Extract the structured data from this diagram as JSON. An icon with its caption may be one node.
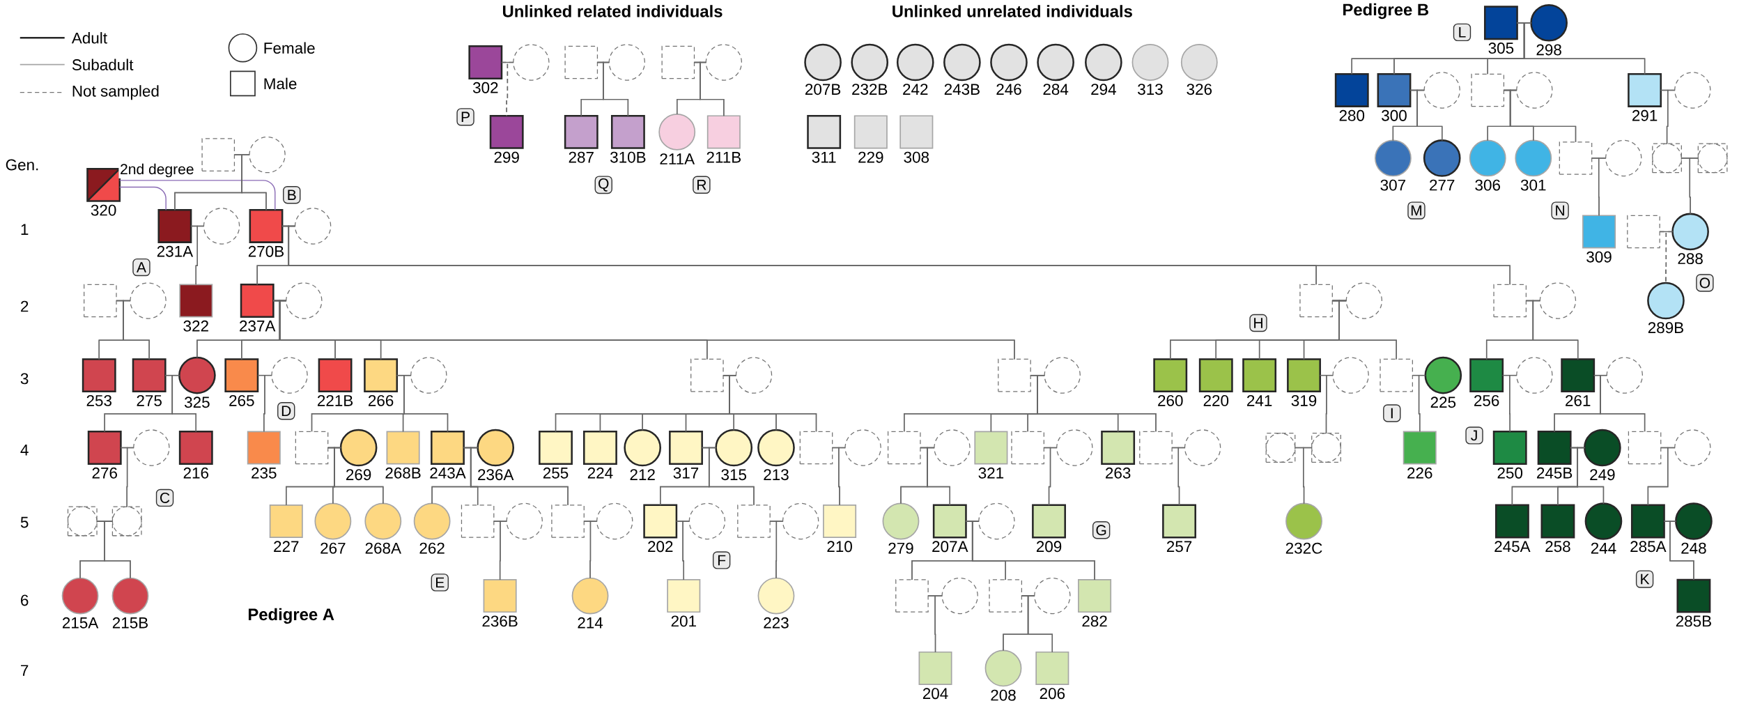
{
  "diagram": {
    "nodes": [
      {
        "text": [],
        "shape": "box"
      },
      {
        "text": [],
        "shape": "circle"
      },
      {
        "text": [],
        "shape": "box",
        "beside": [
          "320"
        ]
      },
      {
        "text": [],
        "shape": "box",
        "beside": [
          "231A"
        ]
      },
      {
        "text": [],
        "shape": "circle"
      },
      {
        "text": [],
        "shape": "box",
        "beside": [
          "270B"
        ]
      },
      {
        "text": [],
        "shape": "circle"
      },
      {
        "text": [],
        "shape": "box"
      },
      {
        "text": [],
        "shape": "circle"
      },
      {
        "text": [],
        "shape": "box",
        "beside": [
          "322"
        ]
      },
      {
        "text": [],
        "shape": "box",
        "beside": [
          "237A"
        ]
      },
      {
        "text": [],
        "shape": "circle"
      },
      {
        "text": [],
        "shape": "box"
      },
      {
        "text": [],
        "shape": "circle"
      },
      {
        "text": [],
        "shape": "box"
      },
      {
        "text": [],
        "shape": "circle"
      },
      {
        "text": [],
        "shape": "box",
        "beside": [
          "253"
        ]
      },
      {
        "text": [],
        "shape": "box",
        "beside": [
          "275"
        ]
      },
      {
        "text": [],
        "shape": "circle",
        "beside": [
          "325"
        ]
      },
      {
        "text": [],
        "shape": "box",
        "beside": [
          "265"
        ]
      },
      {
        "text": [],
        "shape": "circle"
      },
      {
        "text": [],
        "shape": "box",
        "beside": [
          "221B"
        ]
      },
      {
        "text": [],
        "shape": "box",
        "beside": [
          "266"
        ]
      },
      {
        "text": [],
        "shape": "circle"
      },
      {
        "text": [],
        "shape": "box"
      },
      {
        "text": [],
        "shape": "circle"
      },
      {
        "text": [],
        "shape": "box"
      },
      {
        "text": [],
        "shape": "circle"
      },
      {
        "text": [],
        "shape": "box",
        "beside": [
          "260"
        ]
      },
      {
        "text": [],
        "shape": "box",
        "beside": [
          "220"
        ]
      },
      {
        "text": [],
        "shape": "box",
        "beside": [
          "241"
        ]
      },
      {
        "text": [],
        "shape": "box",
        "beside": [
          "319"
        ]
      },
      {
        "text": [],
        "shape": "circle"
      },
      {
        "text": [],
        "shape": "box"
      },
      {
        "text": [],
        "shape": "circle",
        "beside": [
          "225"
        ]
      },
      {
        "text": [],
        "shape": "box",
        "beside": [
          "256"
        ]
      },
      {
        "text": [],
        "shape": "circle"
      },
      {
        "text": [],
        "shape": "box",
        "beside": [
          "261"
        ]
      },
      {
        "text": [],
        "shape": "circle"
      },
      {
        "text": [],
        "shape": "box",
        "beside": [
          "276"
        ]
      },
      {
        "text": [],
        "shape": "circle"
      },
      {
        "text": [],
        "shape": "box",
        "beside": [
          "216"
        ]
      },
      {
        "text": [],
        "shape": "box",
        "beside": [
          "235"
        ]
      },
      {
        "text": [],
        "shape": "box"
      },
      {
        "text": [],
        "shape": "circle",
        "beside": [
          "269"
        ]
      },
      {
        "text": [],
        "shape": "box",
        "beside": [
          "268B"
        ]
      },
      {
        "text": [],
        "shape": "box",
        "beside": [
          "243A"
        ]
      },
      {
        "text": [],
        "shape": "circle",
        "beside": [
          "236A"
        ]
      },
      {
        "text": [],
        "shape": "box",
        "beside": [
          "255"
        ]
      },
      {
        "text": [],
        "shape": "box",
        "beside": [
          "224"
        ]
      },
      {
        "text": [],
        "shape": "circle",
        "beside": [
          "212"
        ]
      },
      {
        "text": [],
        "shape": "box",
        "beside": [
          "317"
        ]
      },
      {
        "text": [],
        "shape": "circle",
        "beside": [
          "315"
        ]
      },
      {
        "text": [],
        "shape": "circle",
        "beside": [
          "213"
        ]
      },
      {
        "text": [],
        "shape": "box"
      },
      {
        "text": [],
        "shape": "circle"
      },
      {
        "text": [],
        "shape": "box"
      },
      {
        "text": [],
        "shape": "circle"
      },
      {
        "text": [],
        "shape": "box",
        "beside": [
          "321"
        ]
      },
      {
        "text": [],
        "shape": "box"
      },
      {
        "text": [],
        "shape": "circle"
      },
      {
        "text": [],
        "shape": "box",
        "beside": [
          "263"
        ]
      },
      {
        "text": [],
        "shape": "box"
      },
      {
        "text": [],
        "shape": "circle"
      },
      {
        "text": [],
        "shape": "box"
      },
      {
        "text": [],
        "shape": "box"
      },
      {
        "text": [],
        "shape": "box",
        "beside": [
          "226"
        ]
      },
      {
        "text": [],
        "shape": "box",
        "beside": [
          "250"
        ]
      },
      {
        "text": [],
        "shape": "box",
        "beside": [
          "245B"
        ]
      },
      {
        "text": [],
        "shape": "circle",
        "beside": [
          "249"
        ]
      },
      {
        "text": [],
        "shape": "box"
      },
      {
        "text": [],
        "shape": "circle"
      },
      {
        "text": [],
        "shape": "box"
      },
      {
        "text": [],
        "shape": "box"
      },
      {
        "text": [],
        "shape": "box",
        "beside": [
          "227"
        ]
      },
      {
        "text": [],
        "shape": "circle",
        "beside": [
          "267"
        ]
      },
      {
        "text": [],
        "shape": "circle",
        "beside": [
          "268A"
        ]
      },
      {
        "text": [],
        "shape": "circle",
        "beside": [
          "262"
        ]
      },
      {
        "text": [],
        "shape": "box"
      },
      {
        "text": [],
        "shape": "circle"
      },
      {
        "text": [],
        "shape": "box"
      },
      {
        "text": [],
        "shape": "circle"
      },
      {
        "text": [],
        "shape": "box",
        "beside": [
          "202"
        ]
      },
      {
        "text": [],
        "shape": "circle"
      },
      {
        "text": [],
        "shape": "box"
      },
      {
        "text": [],
        "shape": "circle"
      },
      {
        "text": [],
        "shape": "box",
        "beside": [
          "210"
        ]
      },
      {
        "text": [],
        "shape": "circle",
        "beside": [
          "279"
        ]
      },
      {
        "text": [],
        "shape": "box",
        "beside": [
          "207A"
        ]
      },
      {
        "text": [],
        "shape": "circle"
      },
      {
        "text": [],
        "shape": "box",
        "beside": [
          "209"
        ]
      },
      {
        "text": [],
        "shape": "box",
        "beside": [
          "257"
        ]
      },
      {
        "text": [],
        "shape": "circle",
        "beside": [
          "232C"
        ]
      },
      {
        "text": [],
        "shape": "box",
        "beside": [
          "245A"
        ]
      },
      {
        "text": [],
        "shape": "box",
        "beside": [
          "258"
        ]
      },
      {
        "text": [],
        "shape": "circle",
        "beside": [
          "244"
        ]
      },
      {
        "text": [],
        "shape": "box",
        "beside": [
          "285A"
        ]
      },
      {
        "text": [],
        "shape": "circle",
        "beside": [
          "248"
        ]
      },
      {
        "text": [],
        "shape": "circle",
        "beside": [
          "215A"
        ]
      },
      {
        "text": [],
        "shape": "circle",
        "beside": [
          "215B"
        ]
      },
      {
        "text": [],
        "shape": "box",
        "beside": [
          "236B"
        ]
      },
      {
        "text": [],
        "shape": "circle",
        "beside": [
          "214"
        ]
      },
      {
        "text": [],
        "shape": "box",
        "beside": [
          "201"
        ]
      },
      {
        "text": [],
        "shape": "circle",
        "beside": [
          "223"
        ]
      },
      {
        "text": [],
        "shape": "box"
      },
      {
        "text": [],
        "shape": "circle"
      },
      {
        "text": [],
        "shape": "box"
      },
      {
        "text": [],
        "shape": "circle"
      },
      {
        "text": [],
        "shape": "box",
        "beside": [
          "282"
        ]
      },
      {
        "text": [],
        "shape": "box",
        "beside": [
          "285B"
        ]
      },
      {
        "text": [],
        "shape": "box",
        "beside": [
          "204"
        ]
      },
      {
        "text": [],
        "shape": "circle",
        "beside": [
          "208"
        ]
      },
      {
        "text": [],
        "shape": "box",
        "beside": [
          "206"
        ]
      },
      {
        "text": [],
        "shape": "box",
        "beside": [
          "305"
        ]
      },
      {
        "text": [],
        "shape": "circle",
        "beside": [
          "298"
        ]
      },
      {
        "text": [],
        "shape": "box",
        "beside": [
          "280"
        ]
      },
      {
        "text": [],
        "shape": "box",
        "beside": [
          "300"
        ]
      },
      {
        "text": [],
        "shape": "circle"
      },
      {
        "text": [],
        "shape": "box"
      },
      {
        "text": [],
        "shape": "circle"
      },
      {
        "text": [],
        "shape": "box",
        "beside": [
          "291"
        ]
      },
      {
        "text": [],
        "shape": "circle"
      },
      {
        "text": [],
        "shape": "circle",
        "beside": [
          "307"
        ]
      },
      {
        "text": [],
        "shape": "circle",
        "beside": [
          "277"
        ]
      },
      {
        "text": [],
        "shape": "circle",
        "beside": [
          "306"
        ]
      },
      {
        "text": [],
        "shape": "circle",
        "beside": [
          "301"
        ]
      },
      {
        "text": [],
        "shape": "box"
      },
      {
        "text": [],
        "shape": "circle"
      },
      {
        "text": [],
        "shape": "box"
      },
      {
        "text": [],
        "shape": "box"
      },
      {
        "text": [],
        "shape": "box",
        "beside": [
          "309"
        ]
      },
      {
        "text": [],
        "shape": "box"
      },
      {
        "text": [],
        "shape": "circle",
        "beside": [
          "288"
        ]
      },
      {
        "text": [],
        "shape": "circle",
        "beside": [
          "289B"
        ]
      },
      {
        "text": [],
        "shape": "box",
        "beside": [
          "302"
        ]
      },
      {
        "text": [],
        "shape": "circle"
      },
      {
        "text": [],
        "shape": "box",
        "beside": [
          "299"
        ]
      },
      {
        "text": [],
        "shape": "box"
      },
      {
        "text": [],
        "shape": "circle"
      },
      {
        "text": [],
        "shape": "box",
        "beside": [
          "287"
        ]
      },
      {
        "text": [],
        "shape": "box",
        "beside": [
          "310B"
        ]
      },
      {
        "text": [],
        "shape": "box"
      },
      {
        "text": [],
        "shape": "circle"
      },
      {
        "text": [],
        "shape": "circle",
        "beside": [
          "211A"
        ]
      },
      {
        "text": [],
        "shape": "box",
        "beside": [
          "211B"
        ]
      },
      {
        "text": [],
        "shape": "circle",
        "beside": [
          "207B"
        ]
      },
      {
        "text": [],
        "shape": "circle",
        "beside": [
          "232B"
        ]
      },
      {
        "text": [],
        "shape": "circle",
        "beside": [
          "242"
        ]
      },
      {
        "text": [],
        "shape": "circle",
        "beside": [
          "243B"
        ]
      },
      {
        "text": [],
        "shape": "circle",
        "beside": [
          "246"
        ]
      },
      {
        "text": [],
        "shape": "circle",
        "beside": [
          "284"
        ]
      },
      {
        "text": [],
        "shape": "circle",
        "beside": [
          "294"
        ]
      },
      {
        "text": [],
        "shape": "circle",
        "beside": [
          "313"
        ]
      },
      {
        "text": [],
        "shape": "circle",
        "beside": [
          "326"
        ]
      },
      {
        "text": [],
        "shape": "box",
        "beside": [
          "311"
        ]
      },
      {
        "text": [],
        "shape": "box",
        "beside": [
          "229"
        ]
      },
      {
        "text": [],
        "shape": "box",
        "beside": [
          "308"
        ]
      },
      {
        "text": [
          "A"
        ]
      },
      {
        "text": [
          "B"
        ]
      },
      {
        "text": [
          "C"
        ]
      },
      {
        "text": [
          "D"
        ]
      },
      {
        "text": [
          "E"
        ]
      },
      {
        "text": [
          "F"
        ]
      },
      {
        "text": [
          "G"
        ]
      },
      {
        "text": [
          "H"
        ]
      },
      {
        "text": [
          "I"
        ]
      },
      {
        "text": [
          "J"
        ]
      },
      {
        "text": [
          "K"
        ]
      },
      {
        "text": [
          "L"
        ]
      },
      {
        "text": [
          "M"
        ]
      },
      {
        "text": [
          "N"
        ]
      },
      {
        "text": [
          "O"
        ]
      },
      {
        "text": [
          "P"
        ]
      },
      {
        "text": [
          "Q"
        ]
      },
      {
        "text": [
          "R"
        ]
      }
    ],
    "edges": [
      {
        "from": 2,
        "to": 3,
        "arrow": "none",
        "color": "#8a6bb5"
      },
      {
        "from": 2,
        "to": 5,
        "arrow": "none",
        "color": "#8a6bb5",
        "label": "2nd degree"
      },
      {
        "from": 0,
        "to": 1,
        "arrow": "none"
      },
      {
        "from": 0,
        "to": 3,
        "arrow": "none"
      },
      {
        "from": 1,
        "to": 3,
        "arrow": "none"
      },
      {
        "from": 0,
        "to": 5,
        "arrow": "none"
      },
      {
        "from": 1,
        "to": 5,
        "arrow": "none"
      },
      {
        "from": 3,
        "to": 4,
        "arrow": "none"
      },
      {
        "from": 3,
        "to": 9,
        "arrow": "none"
      },
      {
        "from": 4,
        "to": 9,
        "arrow": "none"
      },
      {
        "from": 5,
        "to": 6,
        "arrow": "none"
      },
      {
        "from": 5,
        "to": 10,
        "arrow": "none"
      },
      {
        "from": 6,
        "to": 10,
        "arrow": "none"
      },
      {
        "from": 5,
        "to": 12,
        "arrow": "none"
      },
      {
        "from": 6,
        "to": 12,
        "arrow": "none"
      },
      {
        "from": 5,
        "to": 14,
        "arrow": "none"
      },
      {
        "from": 6,
        "to": 14,
        "arrow": "none"
      },
      {
        "from": 7,
        "to": 8,
        "arrow": "none"
      },
      {
        "from": 7,
        "to": 16,
        "arrow": "none"
      },
      {
        "from": 8,
        "to": 16,
        "arrow": "none"
      },
      {
        "from": 7,
        "to": 17,
        "arrow": "none"
      },
      {
        "from": 8,
        "to": 17,
        "arrow": "none"
      },
      {
        "from": 10,
        "to": 11,
        "arrow": "none"
      },
      {
        "from": 10,
        "to": 18,
        "arrow": "none"
      },
      {
        "from": 11,
        "to": 18,
        "arrow": "none"
      },
      {
        "from": 10,
        "to": 19,
        "arrow": "none"
      },
      {
        "from": 11,
        "to": 19,
        "arrow": "none"
      },
      {
        "from": 10,
        "to": 21,
        "arrow": "none"
      },
      {
        "from": 11,
        "to": 21,
        "arrow": "none"
      },
      {
        "from": 10,
        "to": 22,
        "arrow": "none"
      },
      {
        "from": 11,
        "to": 22,
        "arrow": "none"
      },
      {
        "from": 10,
        "to": 24,
        "arrow": "none"
      },
      {
        "from": 11,
        "to": 24,
        "arrow": "none"
      },
      {
        "from": 10,
        "to": 26,
        "arrow": "none"
      },
      {
        "from": 11,
        "to": 26,
        "arrow": "none"
      },
      {
        "from": 12,
        "to": 13,
        "arrow": "none"
      },
      {
        "from": 12,
        "to": 28,
        "arrow": "none"
      },
      {
        "from": 13,
        "to": 28,
        "arrow": "none"
      },
      {
        "from": 12,
        "to": 29,
        "arrow": "none"
      },
      {
        "from": 13,
        "to": 29,
        "arrow": "none"
      },
      {
        "from": 12,
        "to": 30,
        "arrow": "none"
      },
      {
        "from": 13,
        "to": 30,
        "arrow": "none"
      },
      {
        "from": 12,
        "to": 31,
        "arrow": "none"
      },
      {
        "from": 13,
        "to": 31,
        "arrow": "none"
      },
      {
        "from": 12,
        "to": 33,
        "arrow": "none"
      },
      {
        "from": 13,
        "to": 33,
        "arrow": "none"
      },
      {
        "from": 14,
        "to": 15,
        "arrow": "none"
      },
      {
        "from": 14,
        "to": 35,
        "arrow": "none"
      },
      {
        "from": 15,
        "to": 35,
        "arrow": "none"
      },
      {
        "from": 14,
        "to": 37,
        "arrow": "none"
      },
      {
        "from": 15,
        "to": 37,
        "arrow": "none"
      },
      {
        "from": 17,
        "to": 18,
        "arrow": "none"
      },
      {
        "from": 17,
        "to": 39,
        "arrow": "none"
      },
      {
        "from": 18,
        "to": 39,
        "arrow": "none"
      },
      {
        "from": 17,
        "to": 41,
        "arrow": "none"
      },
      {
        "from": 18,
        "to": 41,
        "arrow": "none"
      },
      {
        "from": 19,
        "to": 20,
        "arrow": "none"
      },
      {
        "from": 19,
        "to": 42,
        "arrow": "none"
      },
      {
        "from": 20,
        "to": 42,
        "arrow": "none"
      },
      {
        "from": 22,
        "to": 23,
        "arrow": "none"
      },
      {
        "from": 22,
        "to": 43,
        "arrow": "none"
      },
      {
        "from": 23,
        "to": 43,
        "arrow": "none"
      },
      {
        "from": 22,
        "to": 45,
        "arrow": "none"
      },
      {
        "from": 23,
        "to": 45,
        "arrow": "none"
      },
      {
        "from": 22,
        "to": 46,
        "arrow": "none"
      },
      {
        "from": 23,
        "to": 46,
        "arrow": "none"
      },
      {
        "from": 24,
        "to": 25,
        "arrow": "none"
      },
      {
        "from": 24,
        "to": 48,
        "arrow": "none"
      },
      {
        "from": 25,
        "to": 48,
        "arrow": "none"
      },
      {
        "from": 24,
        "to": 49,
        "arrow": "none"
      },
      {
        "from": 25,
        "to": 49,
        "arrow": "none"
      },
      {
        "from": 24,
        "to": 50,
        "arrow": "none"
      },
      {
        "from": 25,
        "to": 50,
        "arrow": "none"
      },
      {
        "from": 24,
        "to": 51,
        "arrow": "none"
      },
      {
        "from": 25,
        "to": 51,
        "arrow": "none"
      },
      {
        "from": 24,
        "to": 52,
        "arrow": "none"
      },
      {
        "from": 25,
        "to": 52,
        "arrow": "none"
      },
      {
        "from": 24,
        "to": 53,
        "arrow": "none"
      },
      {
        "from": 25,
        "to": 53,
        "arrow": "none"
      },
      {
        "from": 24,
        "to": 54,
        "arrow": "none"
      },
      {
        "from": 25,
        "to": 54,
        "arrow": "none"
      },
      {
        "from": 26,
        "to": 27,
        "arrow": "none"
      },
      {
        "from": 26,
        "to": 56,
        "arrow": "none"
      },
      {
        "from": 27,
        "to": 56,
        "arrow": "none"
      },
      {
        "from": 26,
        "to": 58,
        "arrow": "none"
      },
      {
        "from": 27,
        "to": 58,
        "arrow": "none"
      },
      {
        "from": 26,
        "to": 59,
        "arrow": "none"
      },
      {
        "from": 27,
        "to": 59,
        "arrow": "none"
      },
      {
        "from": 26,
        "to": 61,
        "arrow": "none"
      },
      {
        "from": 27,
        "to": 61,
        "arrow": "none"
      },
      {
        "from": 26,
        "to": 62,
        "arrow": "none"
      },
      {
        "from": 27,
        "to": 62,
        "arrow": "none"
      },
      {
        "from": 31,
        "to": 32,
        "arrow": "none"
      },
      {
        "from": 31,
        "to": 65,
        "arrow": "none"
      },
      {
        "from": 32,
        "to": 65,
        "arrow": "none"
      },
      {
        "from": 33,
        "to": 34,
        "arrow": "none"
      },
      {
        "from": 33,
        "to": 66,
        "arrow": "none"
      },
      {
        "from": 34,
        "to": 66,
        "arrow": "none"
      },
      {
        "from": 35,
        "to": 36,
        "arrow": "none"
      },
      {
        "from": 35,
        "to": 67,
        "arrow": "none"
      },
      {
        "from": 36,
        "to": 67,
        "arrow": "none"
      },
      {
        "from": 37,
        "to": 38,
        "arrow": "none"
      },
      {
        "from": 37,
        "to": 68,
        "arrow": "none"
      },
      {
        "from": 38,
        "to": 68,
        "arrow": "none"
      },
      {
        "from": 37,
        "to": 70,
        "arrow": "none"
      },
      {
        "from": 38,
        "to": 70,
        "arrow": "none"
      },
      {
        "from": 39,
        "to": 40,
        "arrow": "none"
      },
      {
        "from": 39,
        "to": 73,
        "arrow": "none"
      },
      {
        "from": 40,
        "to": 73,
        "arrow": "none"
      },
      {
        "from": 43,
        "to": 44,
        "arrow": "none"
      },
      {
        "from": 43,
        "to": 74,
        "arrow": "none"
      },
      {
        "from": 44,
        "to": 74,
        "arrow": "none"
      },
      {
        "from": 43,
        "to": 75,
        "arrow": "none"
      },
      {
        "from": 44,
        "to": 75,
        "arrow": "none"
      },
      {
        "from": 43,
        "to": 76,
        "arrow": "none"
      },
      {
        "from": 44,
        "to": 76,
        "arrow": "none"
      },
      {
        "from": 46,
        "to": 47,
        "arrow": "none"
      },
      {
        "from": 46,
        "to": 77,
        "arrow": "none"
      },
      {
        "from": 47,
        "to": 77,
        "arrow": "none"
      },
      {
        "from": 46,
        "to": 78,
        "arrow": "none"
      },
      {
        "from": 47,
        "to": 78,
        "arrow": "none"
      },
      {
        "from": 46,
        "to": 80,
        "arrow": "none"
      },
      {
        "from": 47,
        "to": 80,
        "arrow": "none"
      },
      {
        "from": 51,
        "to": 52,
        "arrow": "none"
      },
      {
        "from": 51,
        "to": 82,
        "arrow": "none"
      },
      {
        "from": 52,
        "to": 82,
        "arrow": "none"
      },
      {
        "from": 51,
        "to": 84,
        "arrow": "none"
      },
      {
        "from": 52,
        "to": 84,
        "arrow": "none"
      },
      {
        "from": 54,
        "to": 55,
        "arrow": "none"
      },
      {
        "from": 54,
        "to": 86,
        "arrow": "none"
      },
      {
        "from": 55,
        "to": 86,
        "arrow": "none"
      },
      {
        "from": 56,
        "to": 57,
        "arrow": "none"
      },
      {
        "from": 56,
        "to": 87,
        "arrow": "none"
      },
      {
        "from": 57,
        "to": 87,
        "arrow": "none"
      },
      {
        "from": 56,
        "to": 88,
        "arrow": "none"
      },
      {
        "from": 57,
        "to": 88,
        "arrow": "none"
      },
      {
        "from": 59,
        "to": 60,
        "arrow": "none"
      },
      {
        "from": 59,
        "to": 90,
        "arrow": "none"
      },
      {
        "from": 60,
        "to": 90,
        "arrow": "none"
      },
      {
        "from": 62,
        "to": 63,
        "arrow": "none"
      },
      {
        "from": 62,
        "to": 91,
        "arrow": "none"
      },
      {
        "from": 63,
        "to": 91,
        "arrow": "none"
      },
      {
        "from": 64,
        "to": 65,
        "arrow": "none"
      },
      {
        "from": 64,
        "to": 92,
        "arrow": "none"
      },
      {
        "from": 65,
        "to": 92,
        "arrow": "none"
      },
      {
        "from": 68,
        "to": 69,
        "arrow": "none"
      },
      {
        "from": 68,
        "to": 93,
        "arrow": "none"
      },
      {
        "from": 69,
        "to": 93,
        "arrow": "none"
      },
      {
        "from": 68,
        "to": 94,
        "arrow": "none"
      },
      {
        "from": 69,
        "to": 94,
        "arrow": "none"
      },
      {
        "from": 68,
        "to": 95,
        "arrow": "none"
      },
      {
        "from": 69,
        "to": 95,
        "arrow": "none"
      },
      {
        "from": 70,
        "to": 71,
        "arrow": "none"
      },
      {
        "from": 70,
        "to": 96,
        "arrow": "none"
      },
      {
        "from": 71,
        "to": 96,
        "arrow": "none"
      },
      {
        "from": 72,
        "to": 73,
        "arrow": "none"
      },
      {
        "from": 72,
        "to": 98,
        "arrow": "none"
      },
      {
        "from": 73,
        "to": 98,
        "arrow": "none"
      },
      {
        "from": 72,
        "to": 99,
        "arrow": "none"
      },
      {
        "from": 73,
        "to": 99,
        "arrow": "none"
      },
      {
        "from": 78,
        "to": 79,
        "arrow": "none"
      },
      {
        "from": 78,
        "to": 100,
        "arrow": "none"
      },
      {
        "from": 79,
        "to": 100,
        "arrow": "none"
      },
      {
        "from": 80,
        "to": 81,
        "arrow": "none"
      },
      {
        "from": 80,
        "to": 101,
        "arrow": "none"
      },
      {
        "from": 81,
        "to": 101,
        "arrow": "none"
      },
      {
        "from": 82,
        "to": 83,
        "arrow": "none"
      },
      {
        "from": 82,
        "to": 102,
        "arrow": "none"
      },
      {
        "from": 83,
        "to": 102,
        "arrow": "none"
      },
      {
        "from": 84,
        "to": 85,
        "arrow": "none"
      },
      {
        "from": 84,
        "to": 103,
        "arrow": "none"
      },
      {
        "from": 85,
        "to": 103,
        "arrow": "none"
      },
      {
        "from": 88,
        "to": 89,
        "arrow": "none"
      },
      {
        "from": 88,
        "to": 104,
        "arrow": "none"
      },
      {
        "from": 89,
        "to": 104,
        "arrow": "none"
      },
      {
        "from": 88,
        "to": 106,
        "arrow": "none"
      },
      {
        "from": 89,
        "to": 106,
        "arrow": "none"
      },
      {
        "from": 88,
        "to": 108,
        "arrow": "none"
      },
      {
        "from": 89,
        "to": 108,
        "arrow": "none"
      },
      {
        "from": 96,
        "to": 97,
        "arrow": "none"
      },
      {
        "from": 96,
        "to": 109,
        "arrow": "none"
      },
      {
        "from": 97,
        "to": 109,
        "arrow": "none"
      },
      {
        "from": 104,
        "to": 105,
        "arrow": "none"
      },
      {
        "from": 104,
        "to": 110,
        "arrow": "none"
      },
      {
        "from": 105,
        "to": 110,
        "arrow": "none"
      },
      {
        "from": 106,
        "to": 107,
        "arrow": "none"
      },
      {
        "from": 106,
        "to": 111,
        "arrow": "none"
      },
      {
        "from": 107,
        "to": 111,
        "arrow": "none"
      },
      {
        "from": 106,
        "to": 112,
        "arrow": "none"
      },
      {
        "from": 107,
        "to": 112,
        "arrow": "none"
      },
      {
        "from": 113,
        "to": 114,
        "arrow": "none"
      },
      {
        "from": 113,
        "to": 115,
        "arrow": "none"
      },
      {
        "from": 114,
        "to": 115,
        "arrow": "none"
      },
      {
        "from": 113,
        "to": 116,
        "arrow": "none"
      },
      {
        "from": 114,
        "to": 116,
        "arrow": "none"
      },
      {
        "from": 113,
        "to": 118,
        "arrow": "none"
      },
      {
        "from": 114,
        "to": 118,
        "arrow": "none"
      },
      {
        "from": 113,
        "to": 120,
        "arrow": "none"
      },
      {
        "from": 114,
        "to": 120,
        "arrow": "none"
      },
      {
        "from": 116,
        "to": 117,
        "arrow": "none"
      },
      {
        "from": 116,
        "to": 122,
        "arrow": "none"
      },
      {
        "from": 117,
        "to": 122,
        "arrow": "none"
      },
      {
        "from": 116,
        "to": 123,
        "arrow": "none"
      },
      {
        "from": 117,
        "to": 123,
        "arrow": "none"
      },
      {
        "from": 118,
        "to": 119,
        "arrow": "none"
      },
      {
        "from": 118,
        "to": 124,
        "arrow": "none"
      },
      {
        "from": 119,
        "to": 124,
        "arrow": "none"
      },
      {
        "from": 118,
        "to": 125,
        "arrow": "none"
      },
      {
        "from": 119,
        "to": 125,
        "arrow": "none"
      },
      {
        "from": 118,
        "to": 126,
        "arrow": "none"
      },
      {
        "from": 119,
        "to": 126,
        "arrow": "none"
      },
      {
        "from": 120,
        "to": 121,
        "arrow": "none"
      },
      {
        "from": 120,
        "to": 128,
        "arrow": "none"
      },
      {
        "from": 121,
        "to": 128,
        "arrow": "none"
      },
      {
        "from": 126,
        "to": 127,
        "arrow": "none"
      },
      {
        "from": 126,
        "to": 130,
        "arrow": "none"
      },
      {
        "from": 127,
        "to": 130,
        "arrow": "none"
      },
      {
        "from": 128,
        "to": 129,
        "arrow": "none"
      },
      {
        "from": 128,
        "to": 132,
        "arrow": "none"
      },
      {
        "from": 129,
        "to": 132,
        "arrow": "none"
      },
      {
        "from": 131,
        "to": 132,
        "arrow": "none"
      },
      {
        "from": 131,
        "to": 133,
        "arrow": "none",
        "style": "dashed"
      },
      {
        "from": 132,
        "to": 133,
        "arrow": "none",
        "style": "dashed"
      },
      {
        "from": 134,
        "to": 135,
        "arrow": "none"
      },
      {
        "from": 134,
        "to": 136,
        "arrow": "none",
        "style": "dashed"
      },
      {
        "from": 135,
        "to": 136,
        "arrow": "none",
        "style": "dashed"
      },
      {
        "from": 137,
        "to": 138,
        "arrow": "none"
      },
      {
        "from": 137,
        "to": 139,
        "arrow": "none"
      },
      {
        "from": 138,
        "to": 139,
        "arrow": "none"
      },
      {
        "from": 137,
        "to": 140,
        "arrow": "none"
      },
      {
        "from": 138,
        "to": 140,
        "arrow": "none"
      },
      {
        "from": 141,
        "to": 142,
        "arrow": "none"
      },
      {
        "from": 141,
        "to": 143,
        "arrow": "none"
      },
      {
        "from": 142,
        "to": 143,
        "arrow": "none"
      },
      {
        "from": 141,
        "to": 144,
        "arrow": "none"
      },
      {
        "from": 142,
        "to": 144,
        "arrow": "none"
      }
    ],
    "labels": [
      "Unlinked related individuals",
      "Unlinked unrelated individuals",
      "Pedigree B",
      "Gen.",
      "1",
      "2",
      "3",
      "4",
      "5",
      "6",
      "7",
      "Pedigree A"
    ],
    "legend": [
      {
        "text": "Adult"
      },
      {
        "text": "Subadult"
      },
      {
        "text": "Not sampled"
      },
      {
        "text": "Female"
      },
      {
        "text": "Male"
      }
    ]
  }
}
